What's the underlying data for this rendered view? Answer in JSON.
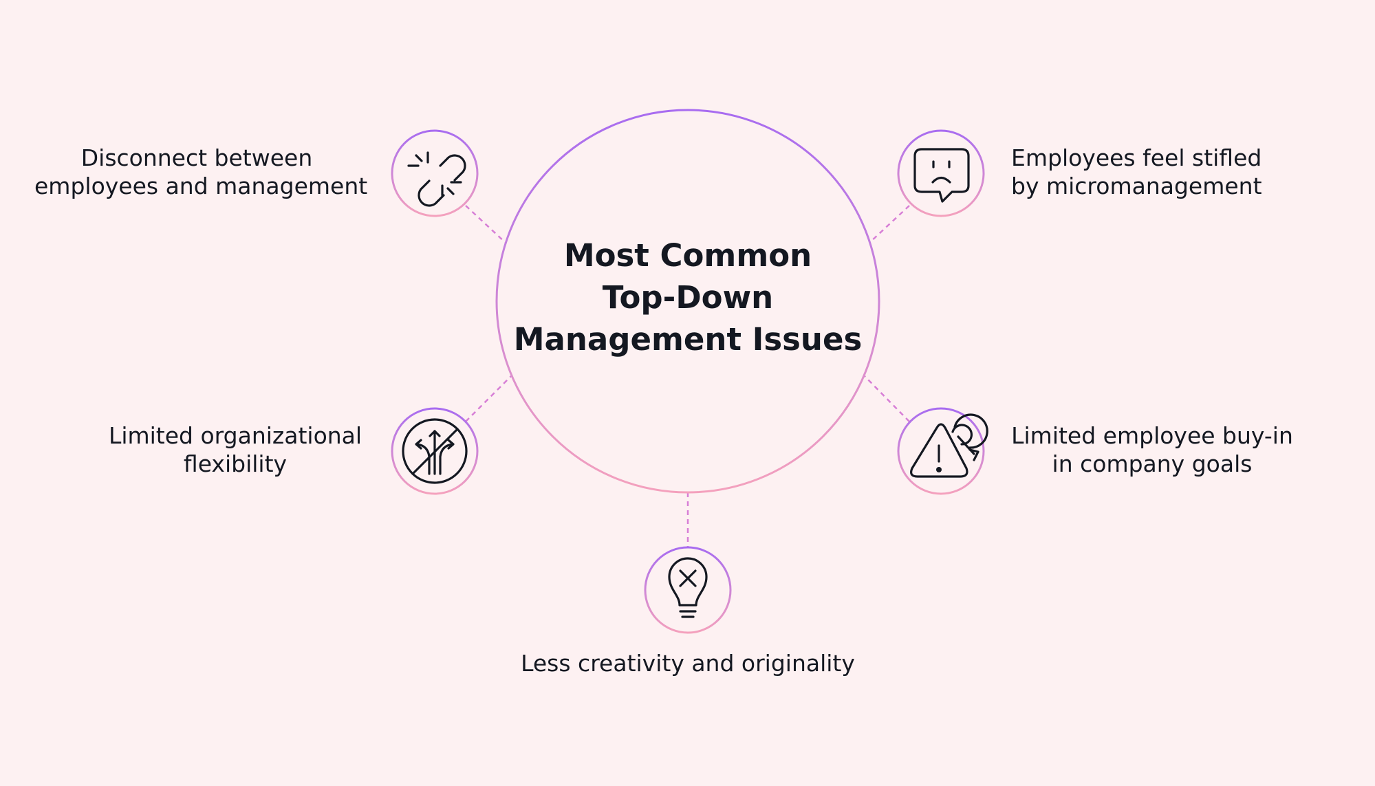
{
  "title": {
    "lines": [
      "Most Common",
      "Top-Down",
      "Management Issues"
    ]
  },
  "colors": {
    "background": "#fdf1f2",
    "gradient_start": "#a86cf0",
    "gradient_end": "#f4a1bd",
    "connector": "#d77fd6",
    "icon_stroke": "#141821",
    "text": "#141821"
  },
  "issues": [
    {
      "id": "disconnect",
      "icon": "broken-link-icon",
      "lines": [
        "Disconnect between",
        "employees and management"
      ]
    },
    {
      "id": "stifled",
      "icon": "sad-speech-bubble-icon",
      "lines": [
        "Employees feel stifled",
        "by micromanagement"
      ]
    },
    {
      "id": "flexibility",
      "icon": "no-diverging-arrows-icon",
      "lines": [
        "Limited organizational",
        "flexibility"
      ]
    },
    {
      "id": "buy-in",
      "icon": "warning-target-icon",
      "lines": [
        "Limited employee buy-in",
        "in company goals"
      ]
    },
    {
      "id": "creativity",
      "icon": "crossed-lightbulb-icon",
      "lines": [
        "Less creativity and originality"
      ]
    }
  ]
}
